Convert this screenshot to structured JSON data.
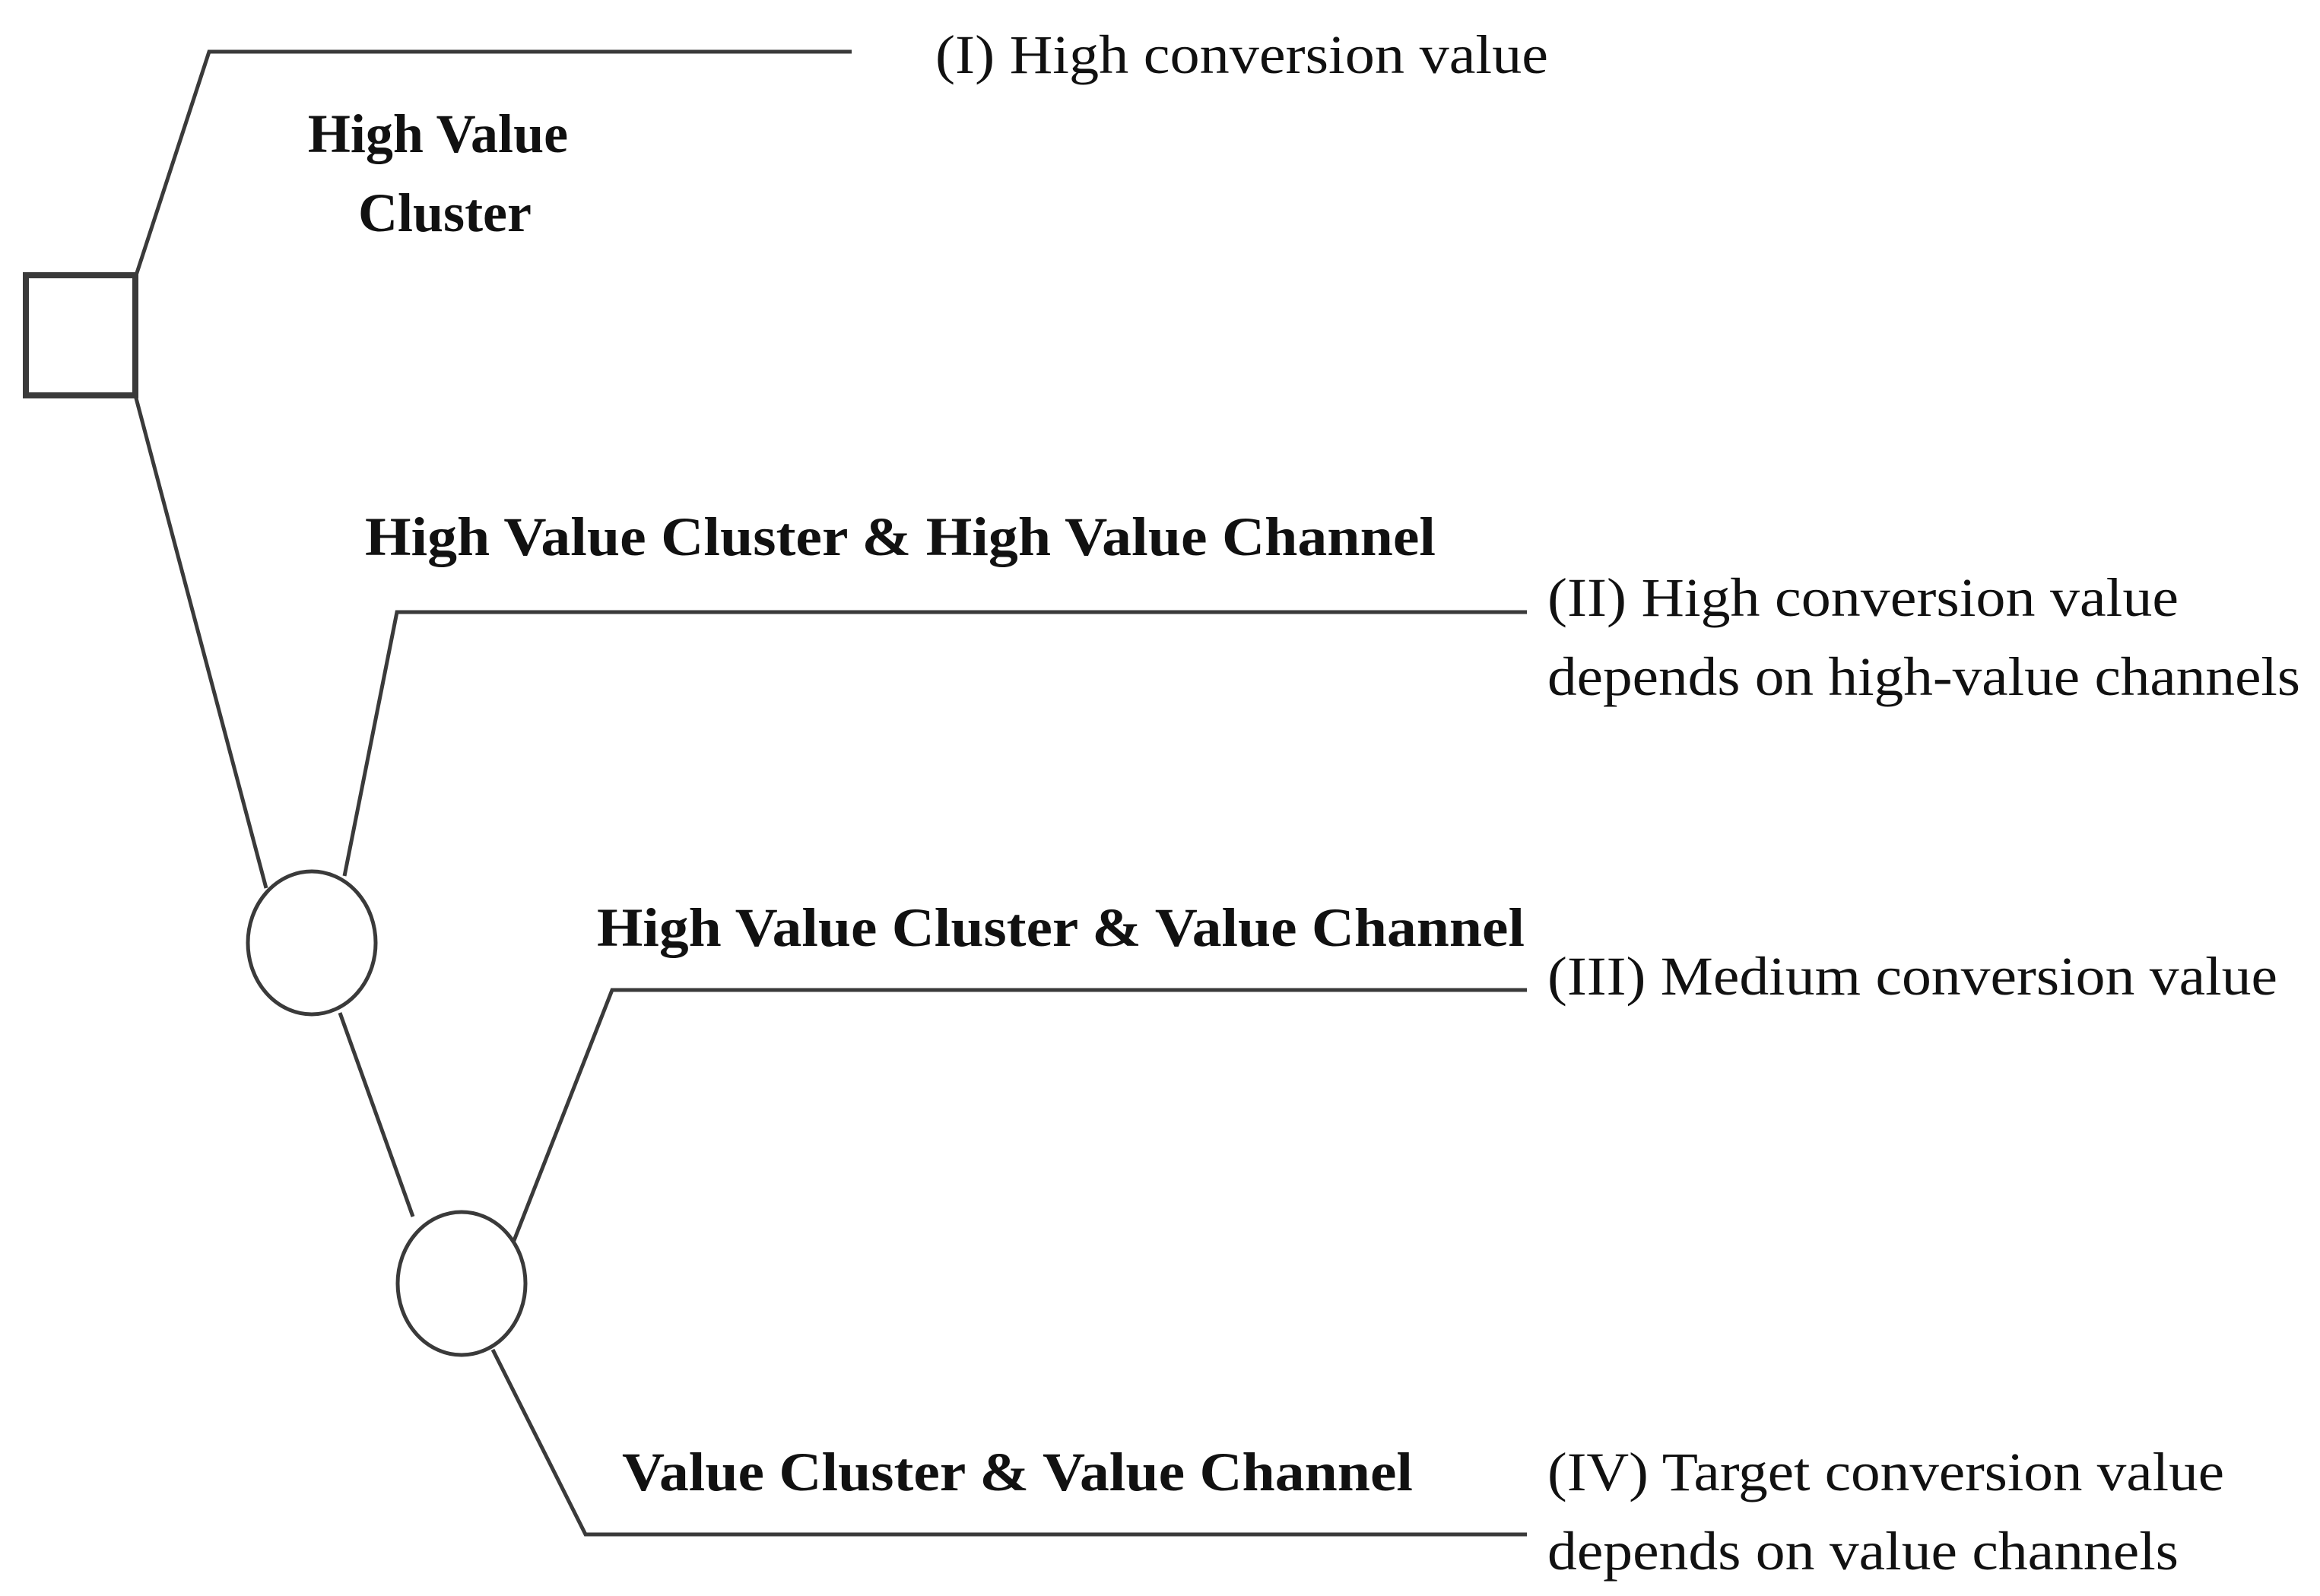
{
  "diagram": {
    "decision_node": {
      "shape": "square"
    },
    "chance_nodes": [
      {
        "shape": "circle"
      },
      {
        "shape": "circle"
      }
    ],
    "branches": [
      {
        "label_lines": [
          "High Value",
          "Cluster"
        ]
      },
      {
        "label_lines": [
          "High Value Cluster & High Value Channel"
        ]
      },
      {
        "label_lines": [
          "High Value Cluster & Value Channel"
        ]
      },
      {
        "label_lines": [
          "Value Cluster & Value Channel"
        ]
      }
    ],
    "outcomes": [
      {
        "lines": [
          "(I) High conversion value"
        ]
      },
      {
        "lines": [
          "(II) High conversion value",
          "depends on high-value channels"
        ]
      },
      {
        "lines": [
          "(III) Medium conversion value"
        ]
      },
      {
        "lines": [
          "(IV) Target conversion value",
          "depends on value channels"
        ]
      }
    ]
  }
}
